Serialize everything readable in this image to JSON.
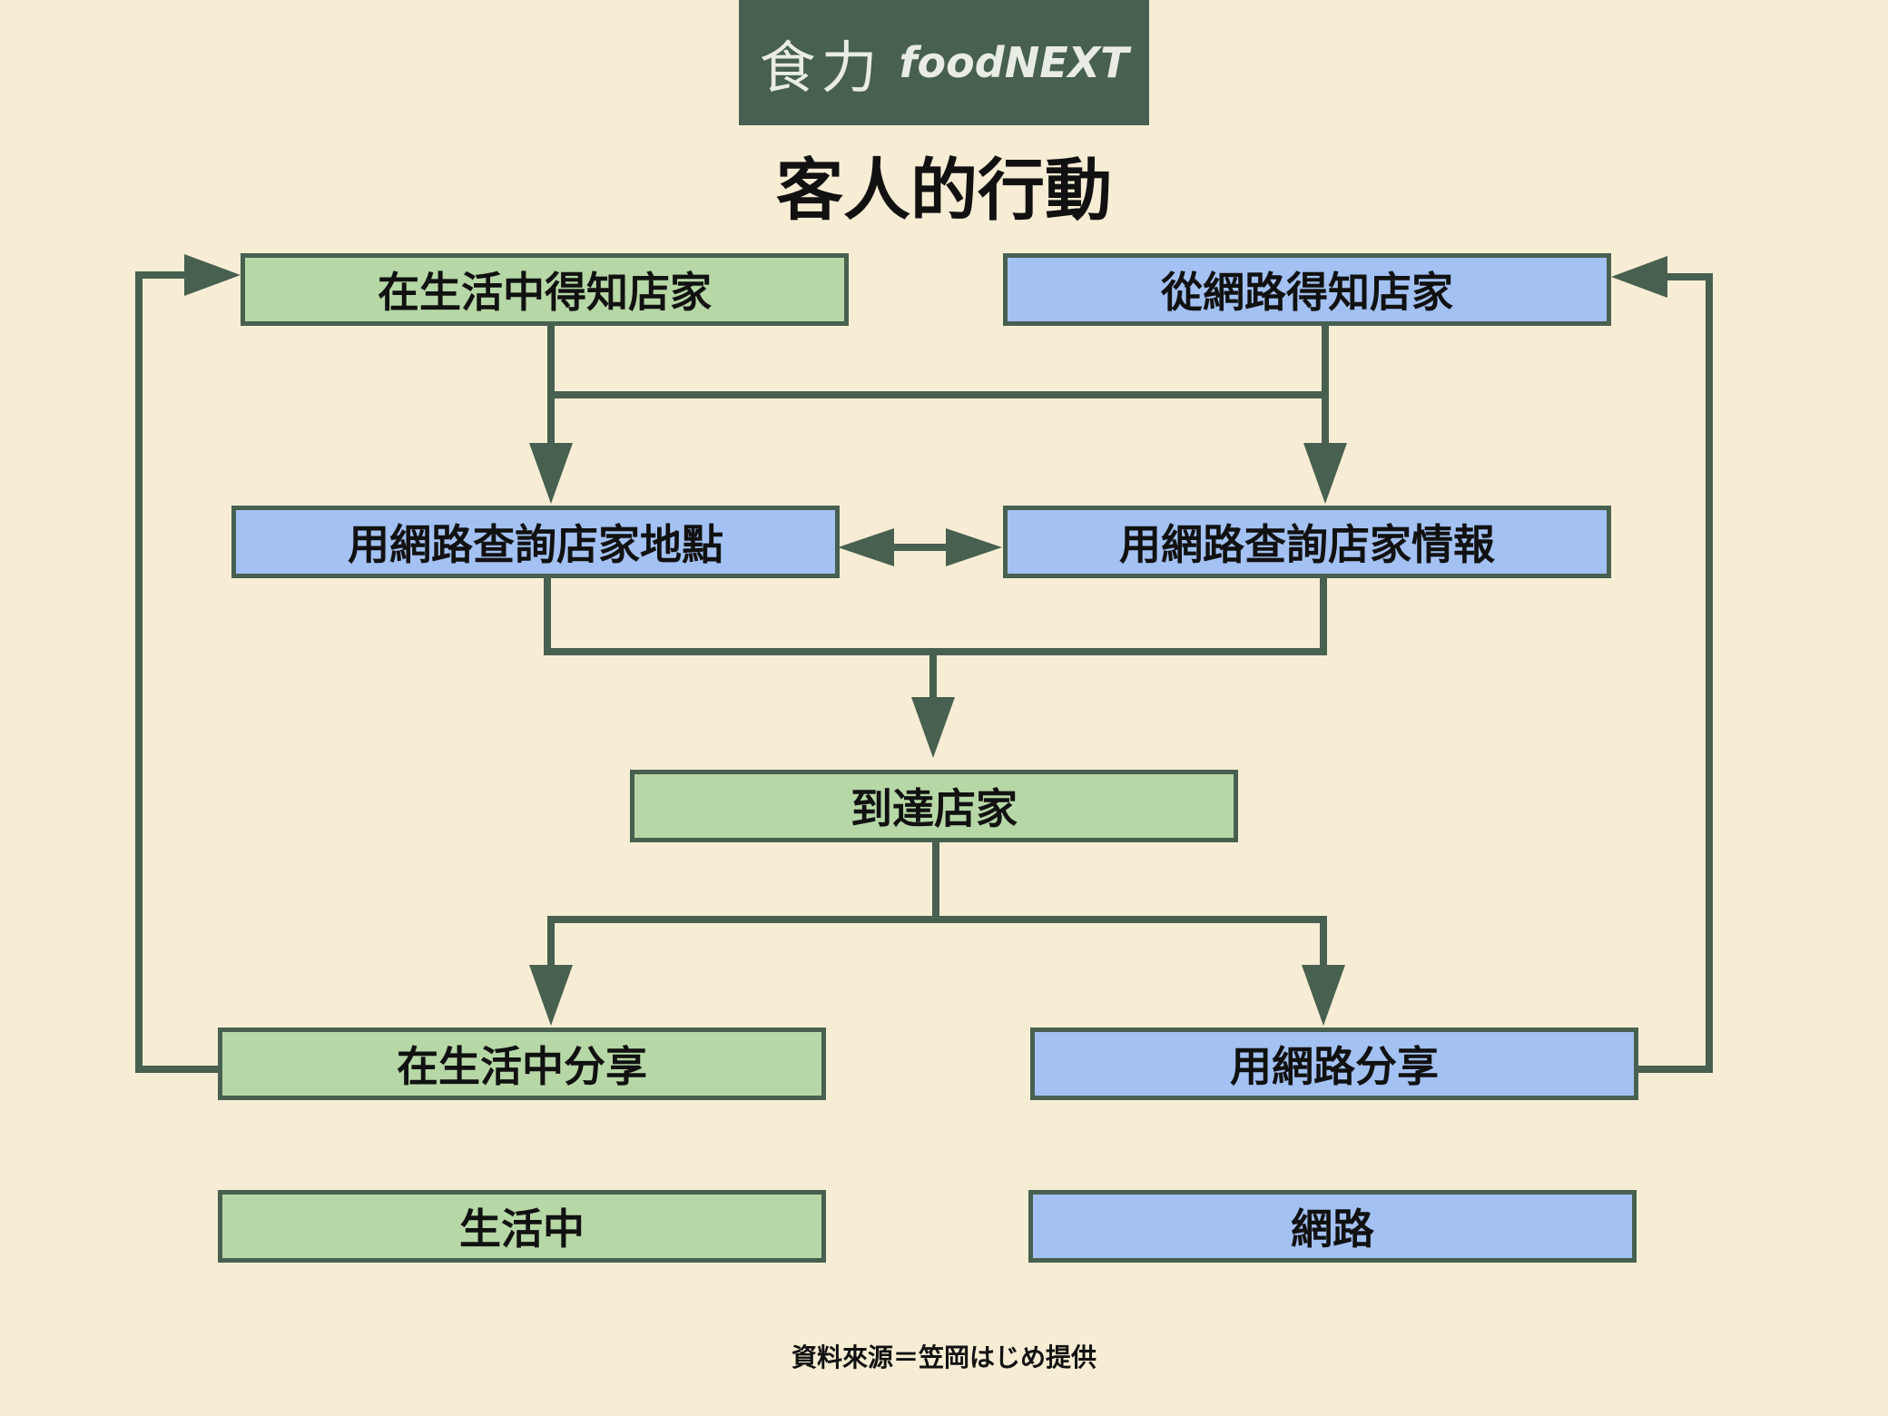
{
  "logo": {
    "chinese": "食力",
    "english": "foodNEXT"
  },
  "title": "客人的行動",
  "nodes": {
    "life_discover": "在生活中得知店家",
    "web_discover": "從網路得知店家",
    "web_location": "用網路查詢店家地點",
    "web_info": "用網路查詢店家情報",
    "arrive": "到達店家",
    "life_share": "在生活中分享",
    "web_share": "用網路分享"
  },
  "legend": {
    "life": "生活中",
    "web": "網路"
  },
  "source": "資料來源＝笠岡はじめ提供",
  "colors": {
    "background": "#f7edd5",
    "line": "#47604f",
    "green_box": "#b6d7a6",
    "blue_box": "#a3c1f2"
  }
}
